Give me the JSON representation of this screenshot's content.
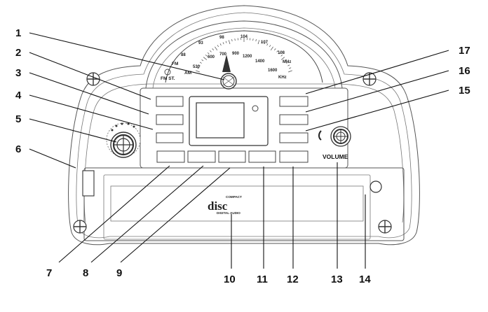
{
  "dial": {
    "fm_scale": [
      "88",
      "93",
      "98",
      "104",
      "107",
      "108"
    ],
    "fm_unit": "MHz",
    "am_scale": [
      "530",
      "600",
      "700",
      "900",
      "1200",
      "1400",
      "1600"
    ],
    "am_unit": "KHz",
    "fm_band": "FM",
    "am_band": "AM",
    "fm_stereo": "FM ST."
  },
  "volume_label": "VOLUME",
  "cd_logo": {
    "top": "COMPACT",
    "main": "disc",
    "bottom": "DIGITAL AUDIO"
  },
  "callouts": [
    "1",
    "2",
    "3",
    "4",
    "5",
    "6",
    "7",
    "8",
    "9",
    "10",
    "11",
    "12",
    "13",
    "14",
    "15",
    "16",
    "17"
  ]
}
